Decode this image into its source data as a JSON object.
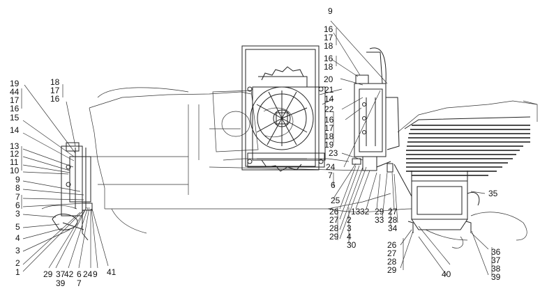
{
  "drawing": {
    "callouts": {
      "left": {
        "c1": "19",
        "c2": "44",
        "c3": "17",
        "c4": "16",
        "c5": "15",
        "c6": "14",
        "c7": "13",
        "c8": "12",
        "c9": "11",
        "c10": "10",
        "c11": "9",
        "c12": "8",
        "c13": "7",
        "c14": "6",
        "c15": "3",
        "c16": "5",
        "c17": "4",
        "c18": "3",
        "c19": "2",
        "c20": "1"
      },
      "left_top": {
        "a": "18",
        "b": "17",
        "c": "16"
      },
      "bottom_left": {
        "a": "29",
        "b": "37",
        "c": "39",
        "d": "42",
        "e": "6",
        "f": "7",
        "g": "24",
        "h": "9",
        "i": "41"
      },
      "top_center": {
        "a": "9",
        "b": "16",
        "c": "17",
        "d": "18",
        "e": "16",
        "f": "18",
        "g": "20",
        "h": "21",
        "i": "14",
        "j": "22",
        "k": "16",
        "l": "17",
        "m": "18",
        "n": "19",
        "o": "23",
        "p": "24",
        "q": "7",
        "r": "6",
        "s": "25"
      },
      "center_stack": {
        "a": "26",
        "b": "27",
        "c": "28",
        "d": "29",
        "e": "13",
        "f": "2",
        "g": "3",
        "h": "4",
        "i": "30",
        "j": "32"
      },
      "center_right": {
        "a": "29",
        "b": "33",
        "c": "27",
        "d": "28",
        "e": "34",
        "f": "35"
      },
      "bottom_right": {
        "a": "26",
        "b": "27",
        "c": "28",
        "d": "29",
        "e": "40",
        "f": "36",
        "g": "37",
        "h": "38",
        "i": "39"
      }
    }
  }
}
